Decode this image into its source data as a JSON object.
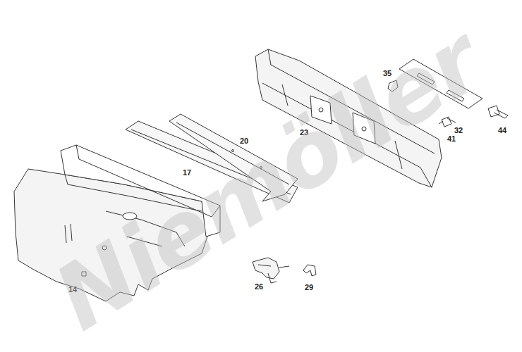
{
  "diagram": {
    "labels": [
      "14",
      "17",
      "20",
      "23",
      "26",
      "29",
      "32",
      "35",
      "41",
      "44",
      "Niemöller"
    ]
  }
}
